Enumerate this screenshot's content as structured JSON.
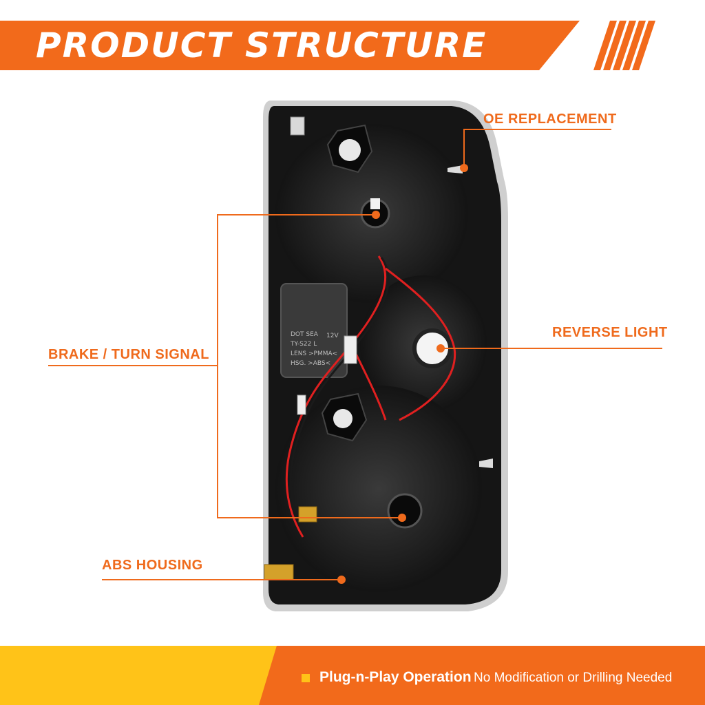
{
  "header": {
    "title": "PRODUCT STRUCTURE"
  },
  "callouts": {
    "oe_replacement": "OE REPLACEMENT",
    "reverse_light": "REVERSE LIGHT",
    "brake_turn_signal": "BRAKE / TURN SIGNAL",
    "abs_housing": "ABS HOUSING"
  },
  "product": {
    "housing_label_lines": [
      "DOT SEA",
      "TY-S22 L",
      "LENS >PMMA<",
      "HSG. >ABS<"
    ],
    "voltage_label": "12V"
  },
  "footer": {
    "feature_title": "Plug-n-Play Operation",
    "feature_detail": "No Modification or Drilling Needed"
  },
  "colors": {
    "accent_orange": "#f26a1b",
    "accent_yellow": "#ffc318",
    "label_orange": "#ef6a1c",
    "housing_black": "#161616"
  }
}
